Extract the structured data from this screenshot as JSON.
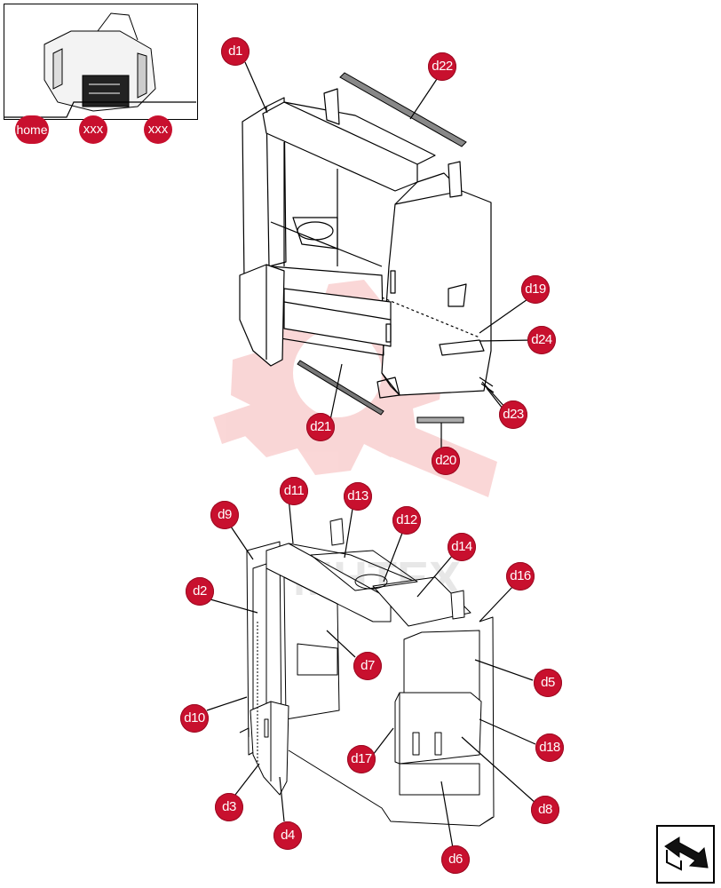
{
  "thumbnail": {
    "home_label": "home",
    "nav1_label": "xxx",
    "nav2_label": "xxx"
  },
  "callouts": [
    {
      "id": "d1",
      "label": "d1"
    },
    {
      "id": "d22",
      "label": "d22"
    },
    {
      "id": "d19",
      "label": "d19"
    },
    {
      "id": "d24",
      "label": "d24"
    },
    {
      "id": "d23",
      "label": "d23"
    },
    {
      "id": "d21",
      "label": "d21"
    },
    {
      "id": "d20",
      "label": "d20"
    },
    {
      "id": "d11",
      "label": "d11"
    },
    {
      "id": "d13",
      "label": "d13"
    },
    {
      "id": "d9",
      "label": "d9"
    },
    {
      "id": "d12",
      "label": "d12"
    },
    {
      "id": "d14",
      "label": "d14"
    },
    {
      "id": "d16",
      "label": "d16"
    },
    {
      "id": "d2",
      "label": "d2"
    },
    {
      "id": "d7",
      "label": "d7"
    },
    {
      "id": "d5",
      "label": "d5"
    },
    {
      "id": "d10",
      "label": "d10"
    },
    {
      "id": "d18",
      "label": "d18"
    },
    {
      "id": "d17",
      "label": "d17"
    },
    {
      "id": "d3",
      "label": "d3"
    },
    {
      "id": "d8",
      "label": "d8"
    },
    {
      "id": "d4",
      "label": "d4"
    },
    {
      "id": "d6",
      "label": "d6"
    }
  ],
  "watermark_text": "MHTEX",
  "colors": {
    "callout": "#c8102e",
    "watermark": "#e84a4a",
    "line": "#000000"
  },
  "icons": {
    "return": "return-arrow-icon"
  }
}
